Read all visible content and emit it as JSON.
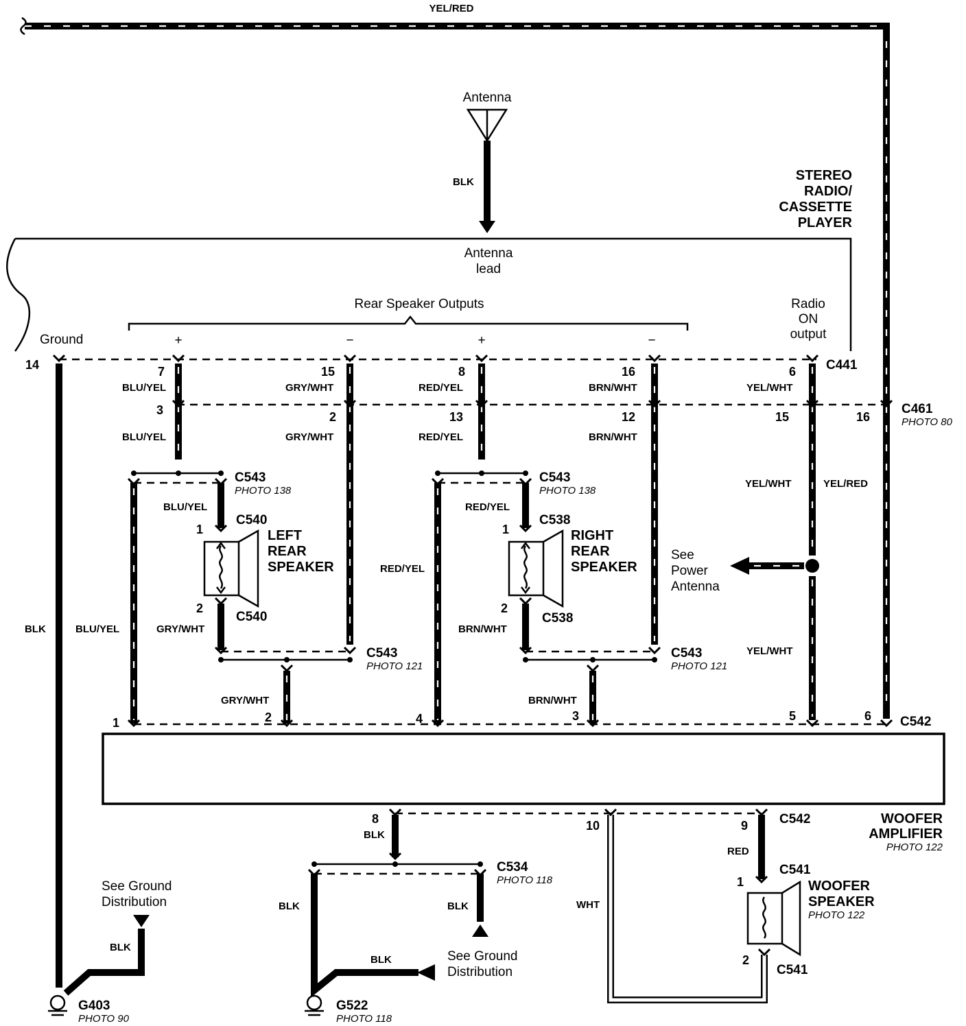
{
  "top_wire": {
    "color": "YEL/RED"
  },
  "antenna": {
    "label": "Antenna",
    "wire": "BLK",
    "lead_label_1": "Antenna",
    "lead_label_2": "lead"
  },
  "radio": {
    "title_lines": [
      "STEREO",
      "RADIO/",
      "CASSETTE",
      "PLAYER"
    ],
    "rear_outputs_label": "Rear Speaker Outputs",
    "ground_label": "Ground",
    "radio_on_lines": [
      "Radio",
      "ON",
      "output"
    ],
    "polarity": [
      "+",
      "−",
      "+",
      "−"
    ],
    "connector": "C441"
  },
  "c441_pins": [
    {
      "pin": "14",
      "wire": "BLK"
    },
    {
      "pin": "7",
      "wire": "BLU/YEL"
    },
    {
      "pin": "15",
      "wire": "GRY/WHT"
    },
    {
      "pin": "8",
      "wire": "RED/YEL"
    },
    {
      "pin": "16",
      "wire": "BRN/WHT"
    },
    {
      "pin": "6",
      "wire": "YEL/WHT"
    }
  ],
  "c461": {
    "name": "C461",
    "photo": "PHOTO 80",
    "pins": [
      "3",
      "2",
      "13",
      "12",
      "15",
      "16"
    ]
  },
  "mid_wires": [
    "BLU/YEL",
    "GRY/WHT",
    "RED/YEL",
    "BRN/WHT",
    "YEL/WHT",
    "YEL/RED"
  ],
  "c543": {
    "name": "C543",
    "photo_top": "PHOTO 138",
    "photo_bottom": "PHOTO 121"
  },
  "left_speaker": {
    "lines": [
      "LEFT",
      "REAR",
      "SPEAKER"
    ],
    "connector": "C540",
    "pin1": "1",
    "pin2": "2",
    "wire_top": "BLU/YEL",
    "wire_bottom": "GRY/WHT",
    "side_wire": "BLU/YEL",
    "amp_wire": "GRY/WHT"
  },
  "right_speaker": {
    "lines": [
      "RIGHT",
      "REAR",
      "SPEAKER"
    ],
    "connector": "C538",
    "pin1": "1",
    "pin2": "2",
    "wire_top": "RED/YEL",
    "wire_bottom": "BRN/WHT",
    "side_wire": "RED/YEL",
    "amp_wire": "BRN/WHT"
  },
  "power_antenna": {
    "lines": [
      "See",
      "Power",
      "Antenna"
    ],
    "wire_top": "YEL/WHT",
    "wire_bottom": "YEL/WHT",
    "wire_right": "YEL/RED"
  },
  "amplifier": {
    "title_lines": [
      "WOOFER",
      "AMPLIFIER"
    ],
    "photo": "PHOTO 122",
    "connector": "C542",
    "top_pins": [
      "1",
      "2",
      "4",
      "3",
      "5",
      "6"
    ],
    "bottom_pins": [
      "8",
      "10",
      "9"
    ]
  },
  "ground_left": {
    "wire": "BLK",
    "see_lines": [
      "See Ground",
      "Distribution"
    ],
    "see_wire": "BLK",
    "name": "G403",
    "photo": "PHOTO 90"
  },
  "ground_mid": {
    "wire_top": "BLK",
    "connector": "C534",
    "photo": "PHOTO 118",
    "wire_left": "BLK",
    "wire_right": "BLK",
    "wire_bottom": "BLK",
    "see_lines": [
      "See Ground",
      "Distribution"
    ],
    "name": "G522",
    "ground_photo": "PHOTO 118"
  },
  "woofer": {
    "wire": "RED",
    "connector": "C541",
    "lines": [
      "WOOFER",
      "SPEAKER"
    ],
    "photo": "PHOTO 122",
    "pin1": "1",
    "pin2": "2",
    "return_wire": "WHT"
  }
}
